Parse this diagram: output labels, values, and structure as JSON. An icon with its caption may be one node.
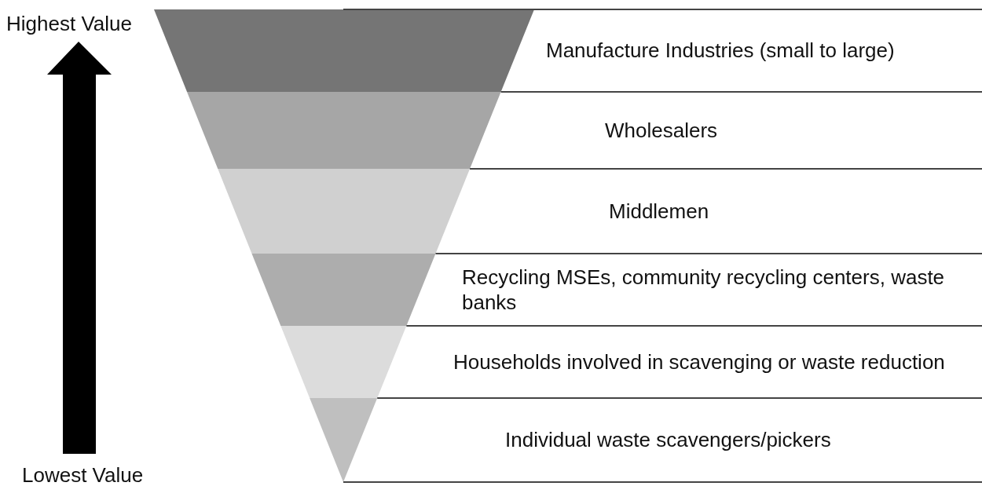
{
  "diagram": {
    "nodes": [
      {
        "text": [
          "Manufacture Industries (small to large)"
        ]
      },
      {
        "text": [
          "Wholesalers"
        ]
      },
      {
        "text": [
          "Middlemen"
        ]
      },
      {
        "text": [
          "Recycling MSEs, community recycling centers, waste banks"
        ]
      },
      {
        "text": [
          "Households involved in scavenging or waste reduction"
        ]
      },
      {
        "text": [
          "Individual waste scavengers/pickers"
        ]
      }
    ],
    "labels": [
      "Highest Value",
      "Lowest Value"
    ]
  }
}
